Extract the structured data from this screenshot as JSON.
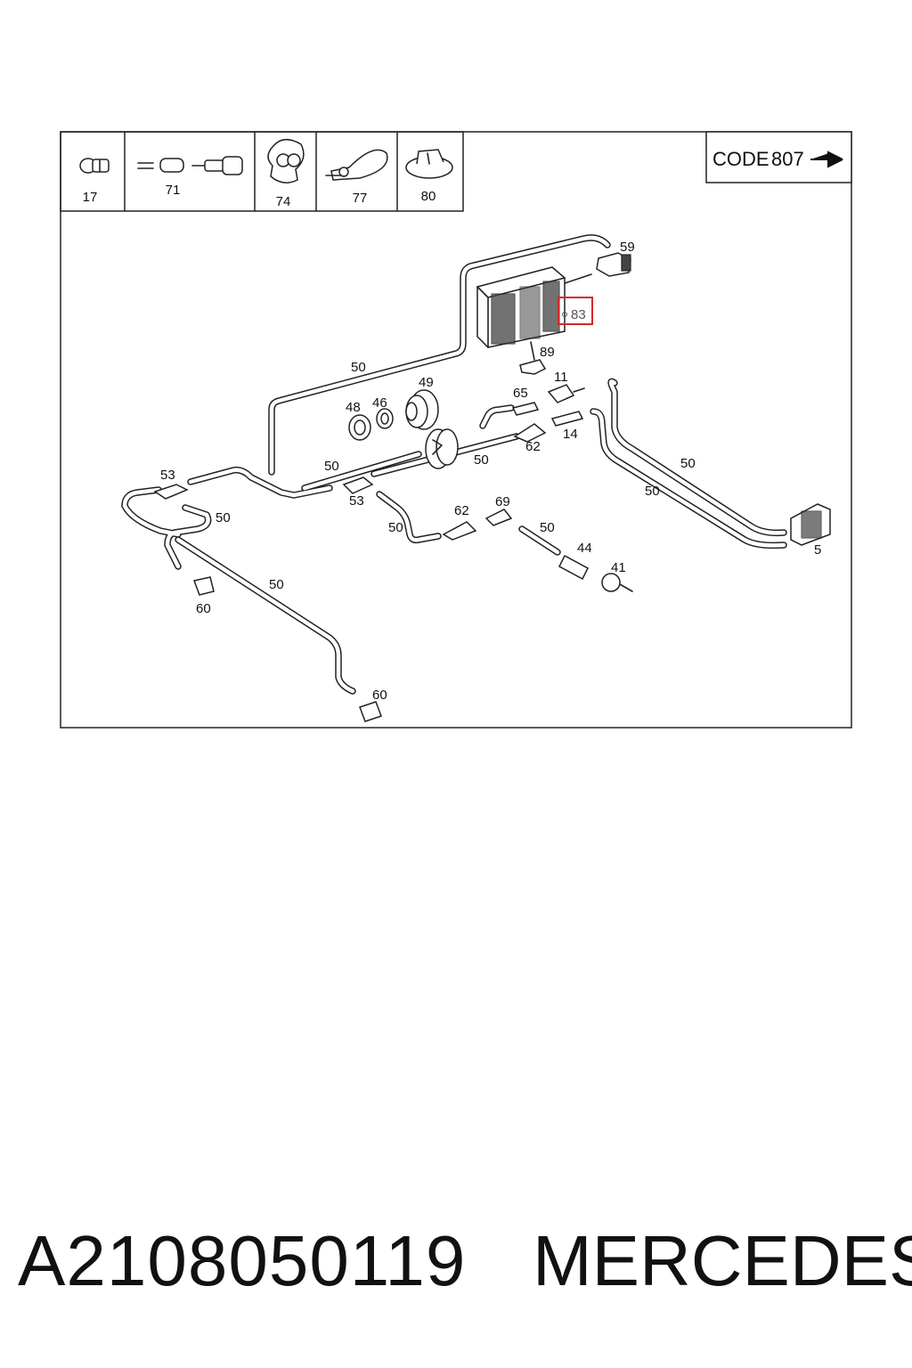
{
  "legend": {
    "cells": [
      {
        "number": "17",
        "icon": "push-clip-icon"
      },
      {
        "number": "71",
        "icon": "connector-pin-icon"
      },
      {
        "number": "74",
        "icon": "pipe-clamp-icon"
      },
      {
        "number": "77",
        "icon": "cable-tie-icon"
      },
      {
        "number": "80",
        "icon": "rivet-nut-icon"
      }
    ]
  },
  "code_box": {
    "label": "CODE",
    "value": "807",
    "icon": "arrow-right-icon"
  },
  "callouts": {
    "c59": "59",
    "c83": "83",
    "c89": "89",
    "c50a": "50",
    "c48": "48",
    "c46": "46",
    "c49": "49",
    "c65": "65",
    "c11": "11",
    "c62a": "62",
    "c14": "14",
    "c50b": "50",
    "c50c": "50",
    "c53a": "53",
    "c53b": "53",
    "c50d": "50",
    "c50e": "50",
    "c62b": "62",
    "c69": "69",
    "c50f": "50",
    "c44": "44",
    "c41": "41",
    "c50g": "50",
    "c50h": "50",
    "c5": "5",
    "c60a": "60",
    "c50i": "50",
    "c60b": "60"
  },
  "highlight": {
    "callout": "83",
    "color": "#d62828"
  },
  "footer": {
    "part_number": "A2108050119",
    "brand": "MERCEDES"
  }
}
